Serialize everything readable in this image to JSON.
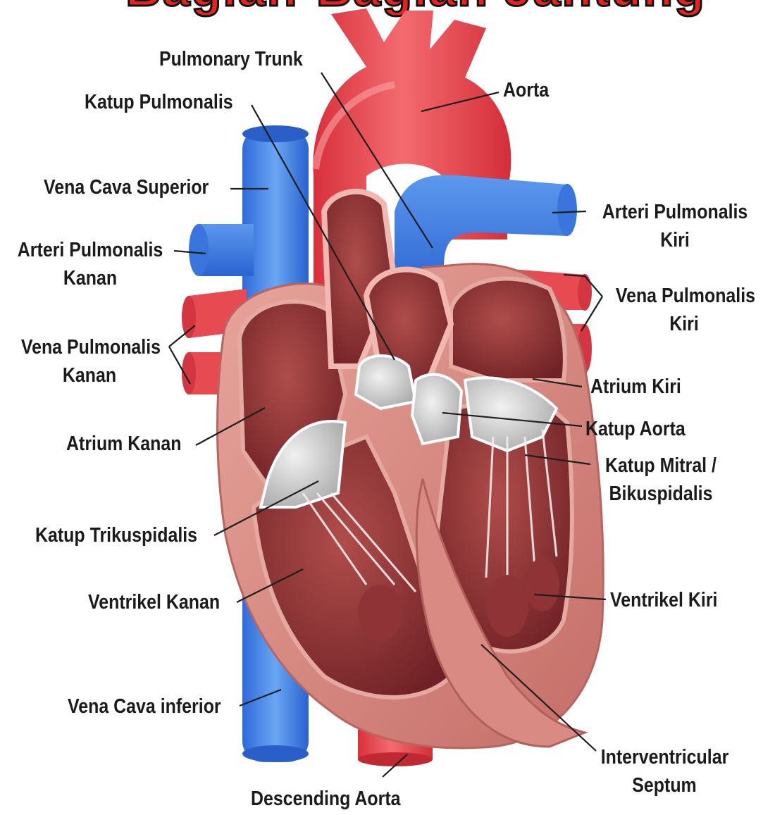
{
  "title": "Bagian-Bagian Jantung",
  "colors": {
    "artery_red": "#e8404a",
    "vein_blue": "#3f7fe3",
    "muscle": "#d7857c",
    "chamber": "#9c3a3a",
    "valve_gray": "#c9c9c9"
  },
  "labels": {
    "pulmonary_trunk": "Pulmonary Trunk",
    "aorta": "Aorta",
    "katup_pulmonalis": "Katup Pulmonalis",
    "vena_cava_superior": "Vena Cava Superior",
    "arteri_pulmonalis_kiri_1": "Arteri Pulmonalis",
    "arteri_pulmonalis_kiri_2": "Kiri",
    "arteri_pulmonalis_kanan_1": "Arteri Pulmonalis",
    "arteri_pulmonalis_kanan_2": "Kanan",
    "vena_pulmonalis_kiri_1": "Vena Pulmonalis",
    "vena_pulmonalis_kiri_2": "Kiri",
    "vena_pulmonalis_kanan_1": "Vena Pulmonalis",
    "vena_pulmonalis_kanan_2": "Kanan",
    "atrium_kiri": "Atrium Kiri",
    "atrium_kanan": "Atrium Kanan",
    "katup_aorta": "Katup Aorta",
    "katup_mitral_1": "Katup Mitral /",
    "katup_mitral_2": "Bikuspidalis",
    "katup_trikuspidalis": "Katup Trikuspidalis",
    "ventrikel_kanan": "Ventrikel Kanan",
    "ventrikel_kiri": "Ventrikel Kiri",
    "vena_cava_inferior": "Vena Cava inferior",
    "interventricular_1": "Interventricular",
    "interventricular_2": "Septum",
    "descending_aorta": "Descending Aorta"
  }
}
